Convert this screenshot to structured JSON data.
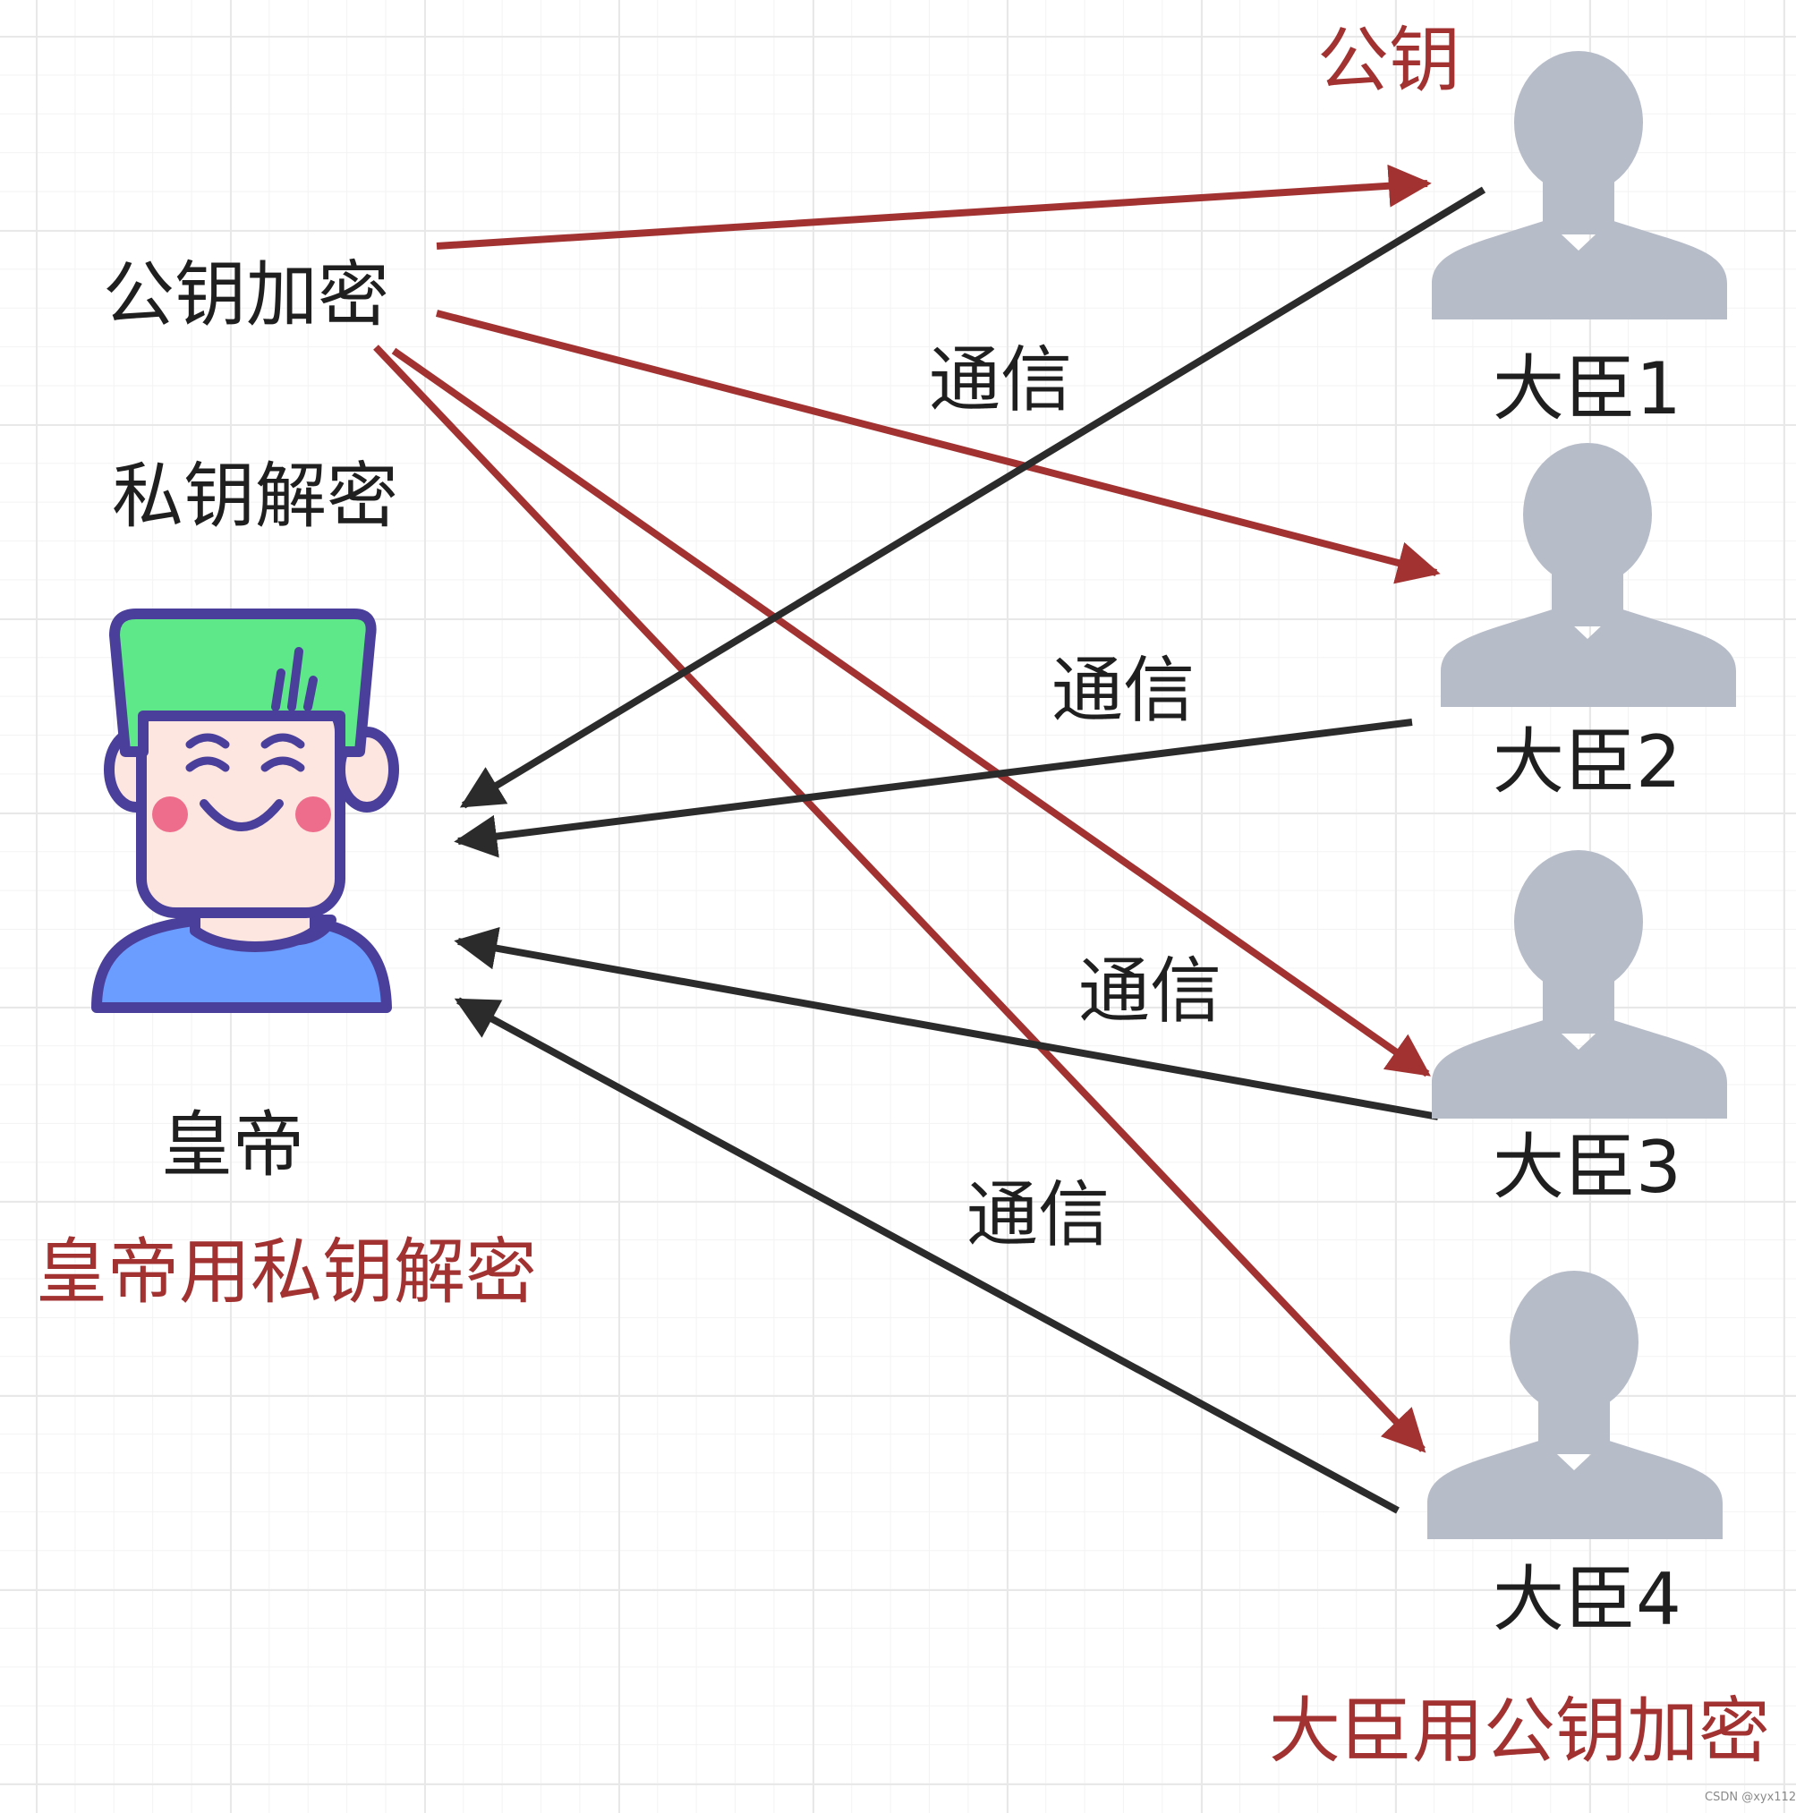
{
  "labels": {
    "public_key_top": "公钥",
    "public_key_encrypt": "公钥加密",
    "private_key_decrypt": "私钥解密",
    "emperor": "皇帝",
    "emperor_note": "皇帝用私钥解密",
    "minister_note": "大臣用公钥加密",
    "communication": [
      "通信",
      "通信",
      "通信",
      "通信"
    ],
    "watermark": "CSDN @xyx112"
  },
  "ministers": [
    {
      "name": "大臣1"
    },
    {
      "name": "大臣2"
    },
    {
      "name": "大臣3"
    },
    {
      "name": "大臣4"
    }
  ],
  "colors": {
    "red_arrow": "#a23232",
    "black_arrow": "#2b2b2b",
    "minister_silhouette": "#b7bcc9",
    "emperor_hair": "#5ee88a",
    "emperor_outline": "#4a3f9a",
    "emperor_shirt": "#6b9cff",
    "emperor_skin": "#fde6df",
    "emperor_cheek": "#ef6d8c"
  }
}
